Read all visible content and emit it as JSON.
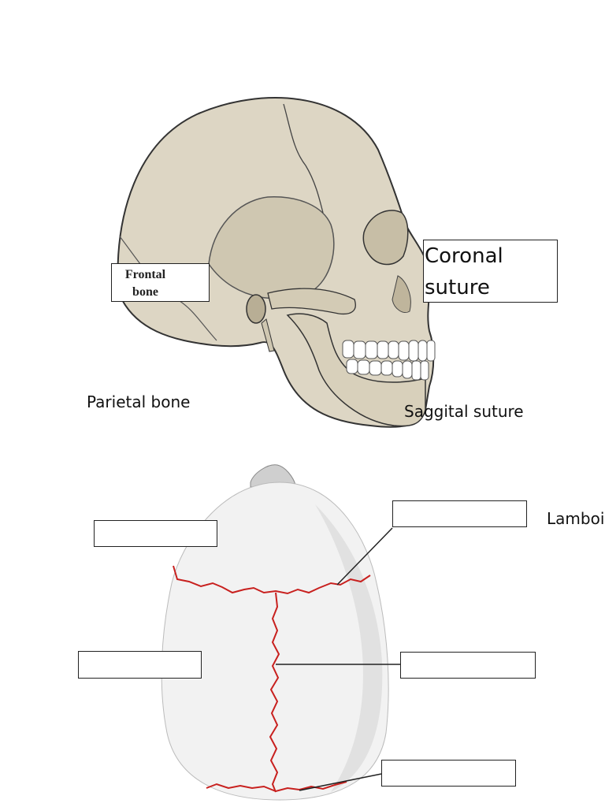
{
  "top_diagram": {
    "frontal_box": {
      "line1": "Frontal",
      "line2": "bone"
    },
    "coronal_box": {
      "line1": "Coronal",
      "line2": "suture"
    },
    "parietal_label": "Parietal bone",
    "saggital_label": "Saggital suture"
  },
  "bottom_diagram": {
    "lambdoid_label": "Lamboi",
    "blank_boxes": [
      "",
      "",
      "",
      "",
      ""
    ]
  },
  "colors": {
    "skull_fill": "#ddd6c4",
    "skull_shadow": "#cfc7b1",
    "bone_line": "#333333",
    "suture_red": "#c8201e",
    "dome_fill": "#f2f2f2"
  }
}
